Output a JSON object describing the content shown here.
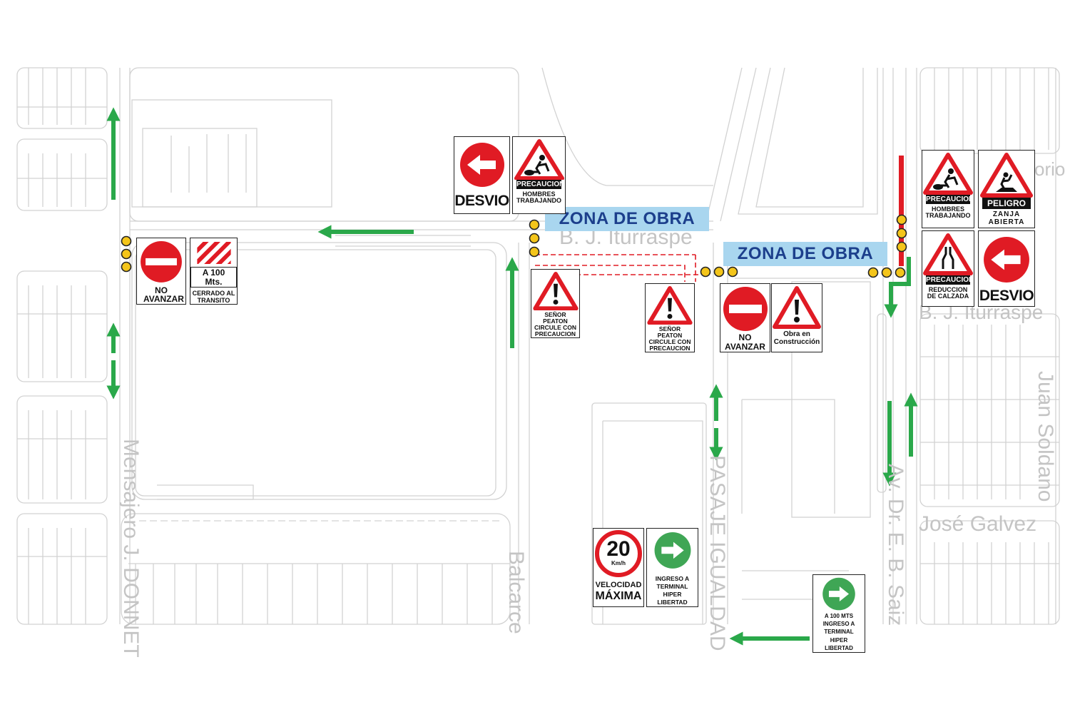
{
  "zones": [
    "ZONA DE OBRA",
    "ZONA DE OBRA"
  ],
  "streets": {
    "iturraspe_center": "B. J. Iturraspe",
    "iturraspe_right": "B. J. Iturraspe",
    "donnet": "Mensajero J. DONNET",
    "balcarce": "Balcarce",
    "pasaje": "PASAJE IGUALDAD",
    "saiz": "Av. Dr. E. B. Saiz",
    "soldano": "Juan Soldano",
    "galvez": "José Galvez",
    "top_right_fragment": "orio"
  },
  "signs": {
    "desvio_top": {
      "text": "DESVIO"
    },
    "hombres_top": {
      "header": "PRECAUCION",
      "body": "HOMBRES TRABAJANDO"
    },
    "no_avanzar_left": {
      "text": "NO AVANZAR"
    },
    "cerrado_left": {
      "distance": "A 100 Mts.",
      "body": "CERRADO AL TRANSITO"
    },
    "peaton_1": {
      "body": "SEÑOR PEATON CIRCULE CON PRECAUCION"
    },
    "peaton_2": {
      "body": "SEÑOR PEATON CIRCULE CON PRECAUCION"
    },
    "no_avanzar_center": {
      "text": "NO AVANZAR"
    },
    "obra_construccion": {
      "body": "Obra en Construcción"
    },
    "hombres_right": {
      "header": "PRECAUCION",
      "body": "HOMBRES TRABAJANDO"
    },
    "peligro_right": {
      "header": "PELIGRO",
      "body": "ZANJA ABIERTA"
    },
    "reduccion_right": {
      "header": "PRECAUCION",
      "body": "REDUCCION DE CALZADA"
    },
    "desvio_right": {
      "text": "DESVIO"
    },
    "velocidad": {
      "number": "20",
      "unit": "Km/h",
      "line1": "VELOCIDAD",
      "line2": "MÁXIMA"
    },
    "ingreso_1": {
      "body": "INGRESO A TERMINAL HIPER LIBERTAD"
    },
    "ingreso_2": {
      "body": "A 100 MTS INGRESO A TERMINAL HIPER LIBERTAD"
    }
  },
  "colors": {
    "arrow_green": "#2aa84a",
    "closure_red": "#e01b24",
    "zone_blue": "#a9d6ef",
    "beacon_yellow": "#f4c51a",
    "road_line": "#d2d2d2"
  }
}
